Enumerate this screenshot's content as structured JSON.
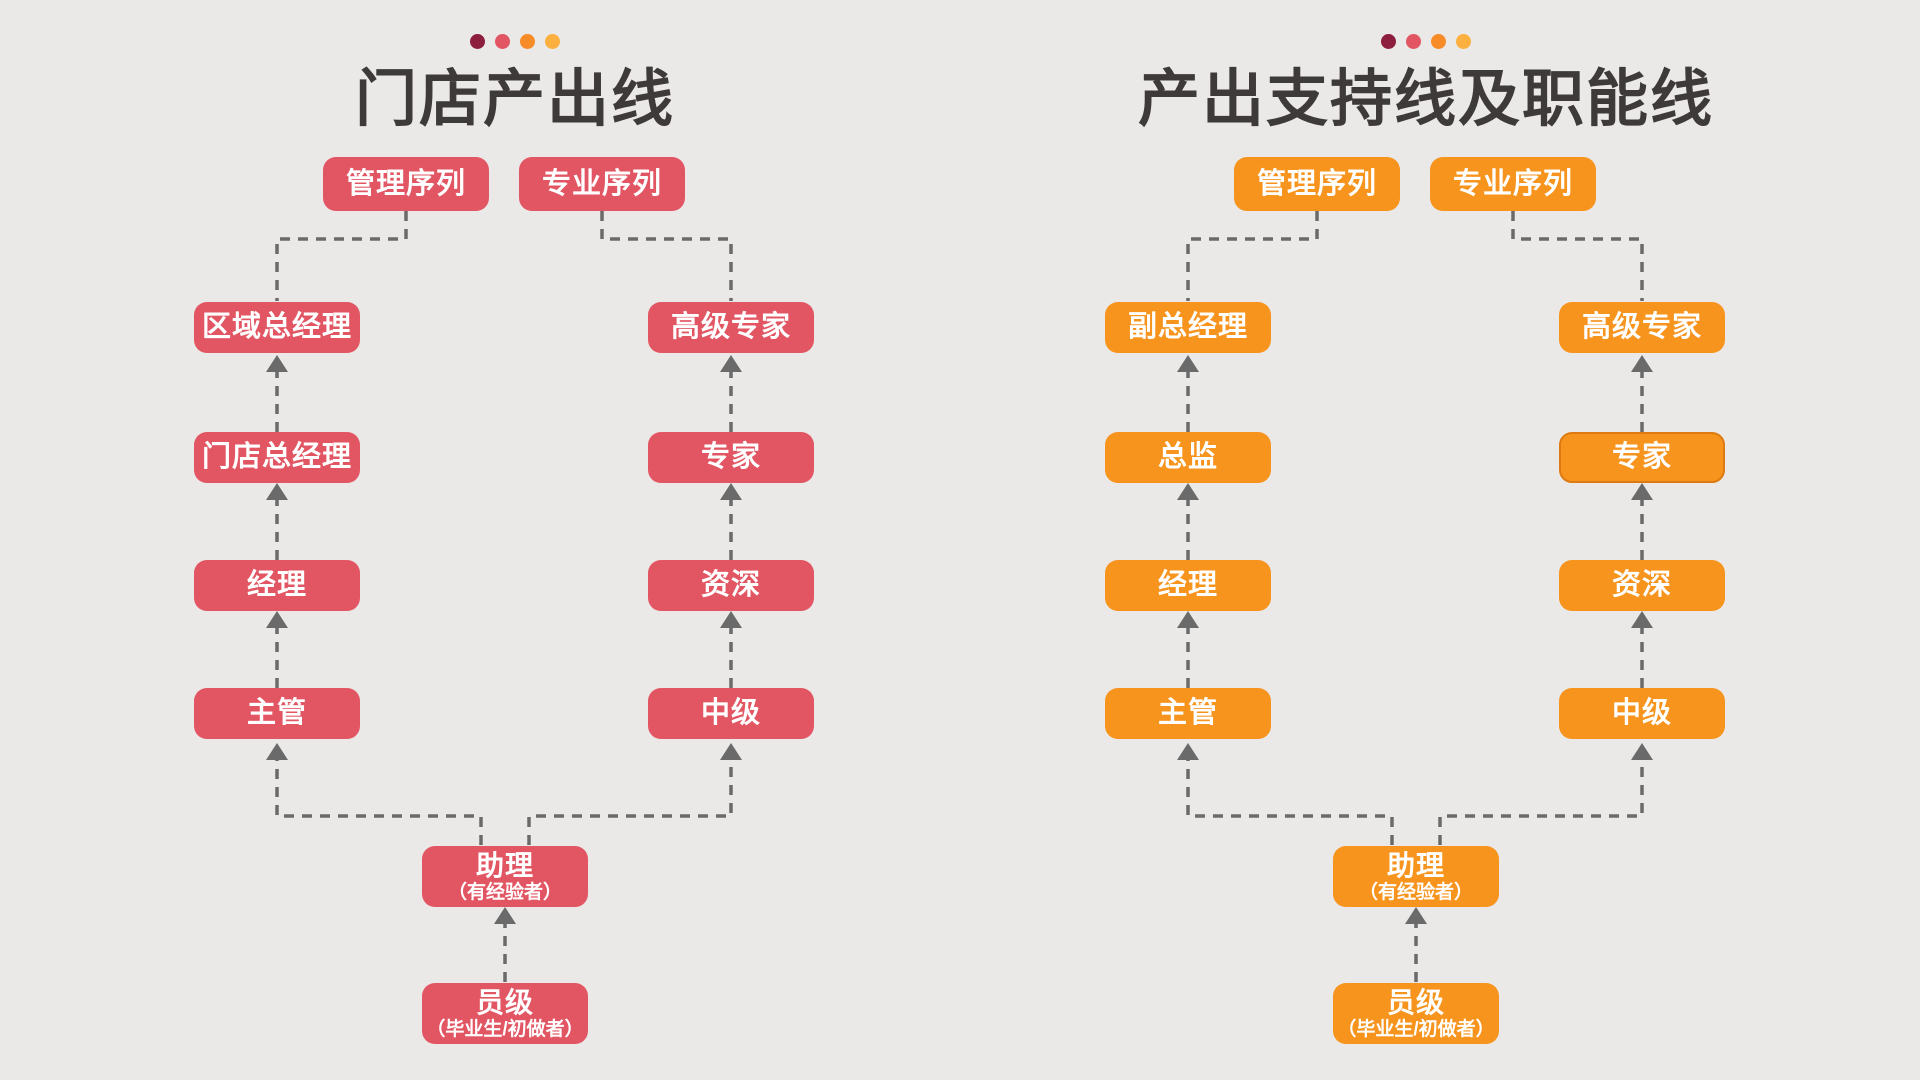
{
  "colors": {
    "background": "#eae9e7",
    "red": "#e25663",
    "orange": "#f7941e",
    "title_text": "#3e3a39",
    "connector": "#6a6a6a",
    "box_text": "#ffffff",
    "expert_outline": "#dd7a11",
    "dots": [
      "#8e1e3e",
      "#e25663",
      "#f68b28",
      "#fbb03f"
    ]
  },
  "panels": [
    {
      "title": "门店产出线",
      "theme": "red",
      "headers": {
        "management": "管理序列",
        "professional": "专业序列"
      },
      "management_levels": [
        "区域总经理",
        "门店总经理",
        "经理",
        "主管"
      ],
      "professional_levels": [
        "高级专家",
        "专家",
        "资深",
        "中级"
      ],
      "assistant": {
        "label": "助理",
        "sublabel": "（有经验者）"
      },
      "entry": {
        "label": "员级",
        "sublabel": "（毕业生/初做者）"
      }
    },
    {
      "title": "产出支持线及职能线",
      "theme": "orange",
      "headers": {
        "management": "管理序列",
        "professional": "专业序列"
      },
      "management_levels": [
        "副总经理",
        "总监",
        "经理",
        "主管"
      ],
      "professional_levels": [
        "高级专家",
        "专家",
        "资深",
        "中级"
      ],
      "assistant": {
        "label": "助理",
        "sublabel": "（有经验者）"
      },
      "entry": {
        "label": "员级",
        "sublabel": "（毕业生/初做者）"
      }
    }
  ]
}
